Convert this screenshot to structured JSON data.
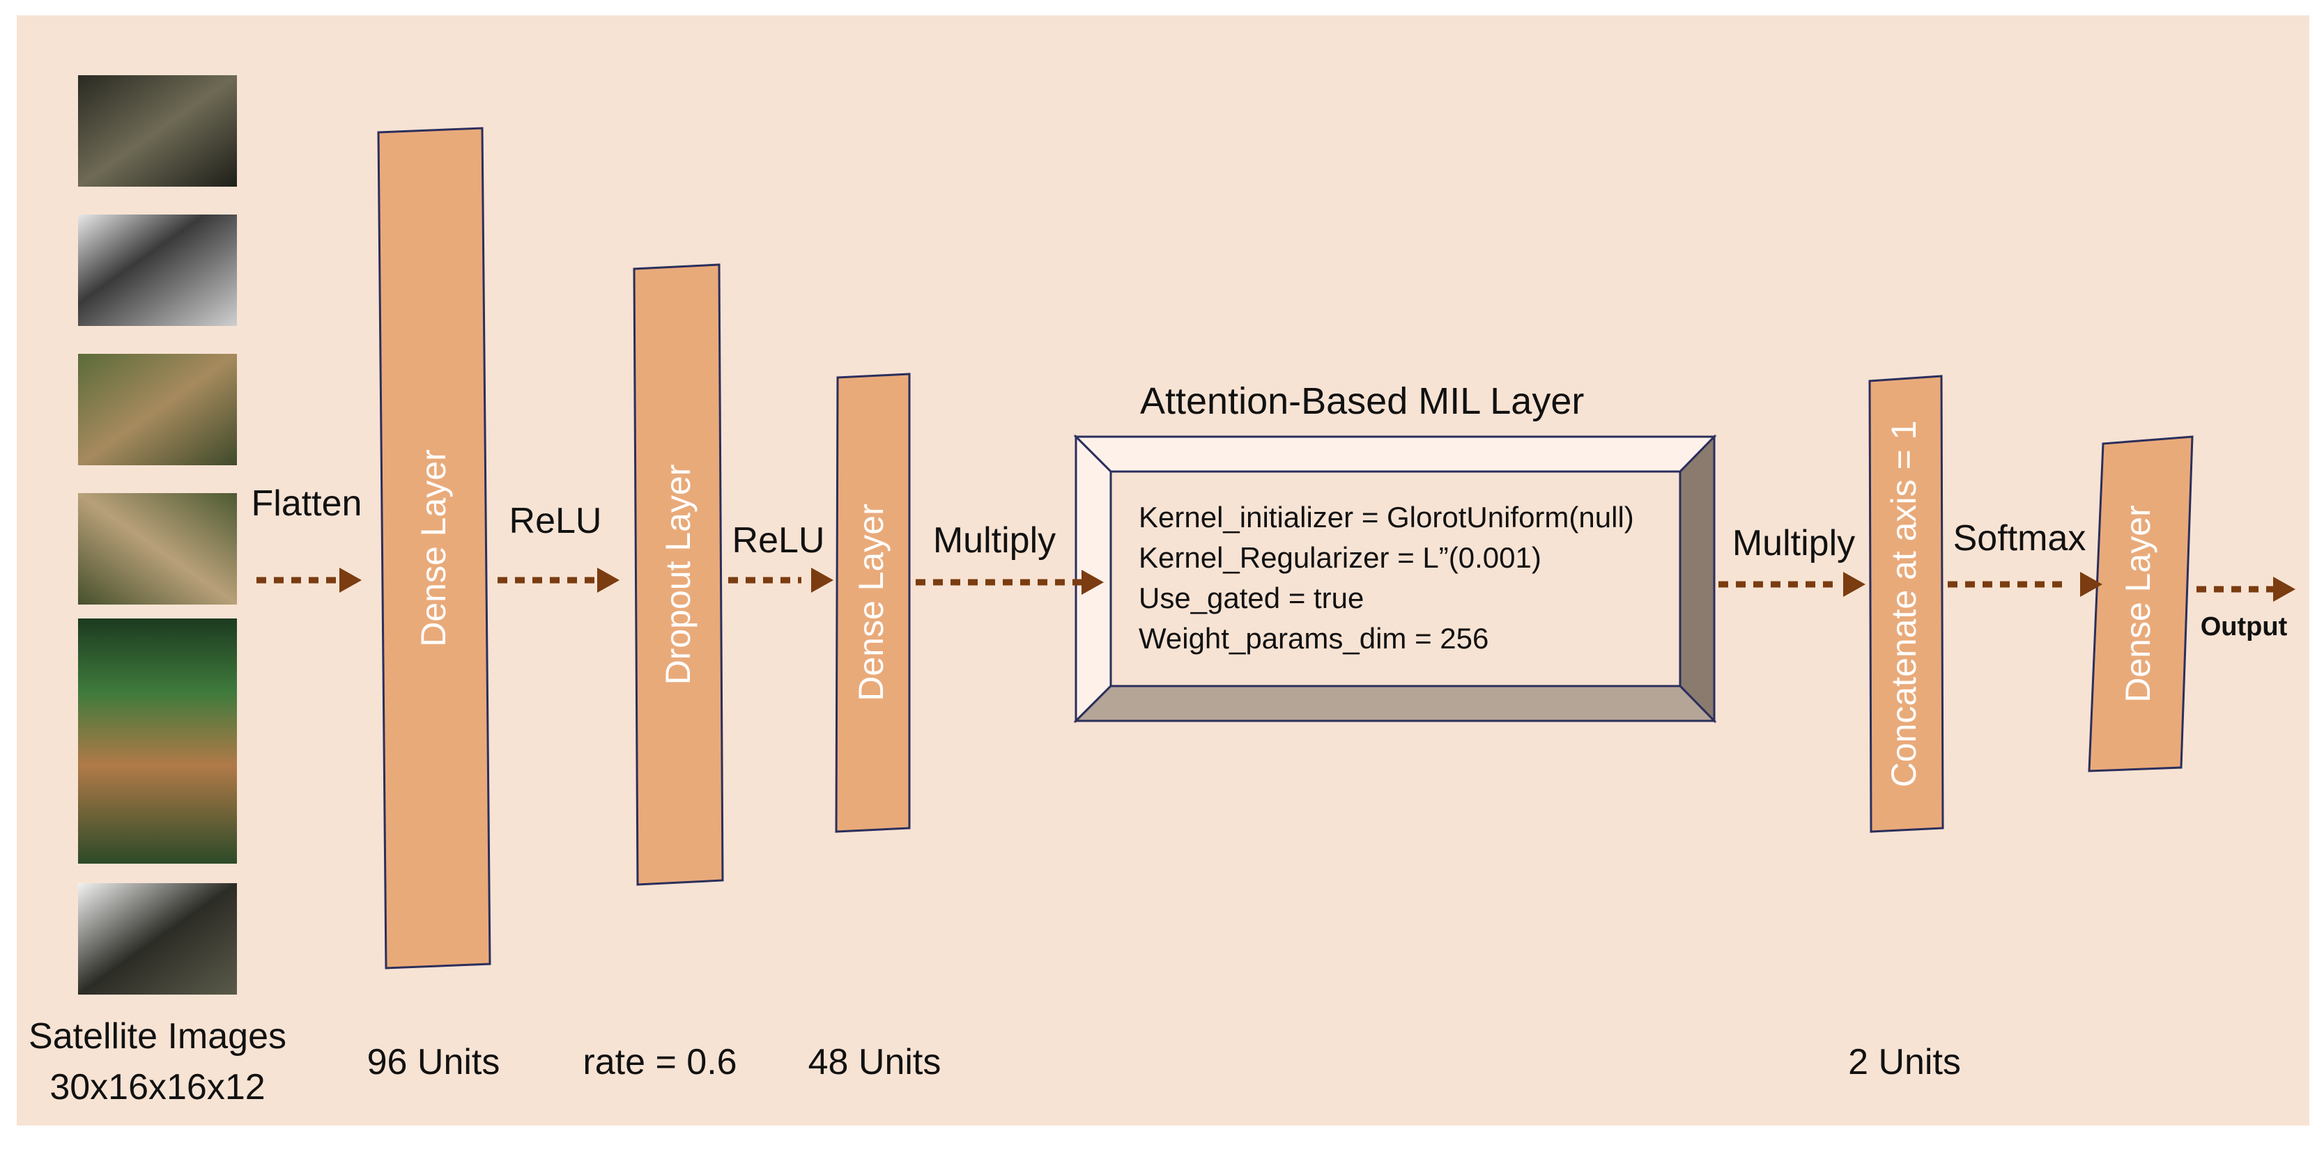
{
  "colors": {
    "background": "#f7e3d4",
    "layer_fill": "#e9aa7a",
    "layer_stroke": "#2b2f5c",
    "arrow": "#7a3c10",
    "text": "#111111",
    "layer_text": "#ffffff"
  },
  "input": {
    "label_line1": "Satellite Images",
    "label_line2": "30x16x16x12",
    "tiles": [
      "satellite-tile-1",
      "satellite-tile-2",
      "satellite-tile-3",
      "satellite-tile-4",
      "satellite-tile-5",
      "satellite-tile-6"
    ]
  },
  "transitions": {
    "flatten": "Flatten",
    "relu_1": "ReLU",
    "relu_2": "ReLU",
    "multiply_1": "Multiply",
    "multiply_2": "Multiply",
    "softmax": "Softmax",
    "output": "Output"
  },
  "layers": {
    "dense_1": {
      "label": "Dense Layer",
      "units": "96 Units"
    },
    "dropout": {
      "label": "Dropout Layer",
      "units": "rate = 0.6"
    },
    "dense_2": {
      "label": "Dense Layer",
      "units": "48 Units"
    },
    "concat": {
      "label": "Concatenate at axis = 1",
      "units": "2 Units"
    },
    "dense_3": {
      "label": "Dense Layer"
    }
  },
  "attention": {
    "title": "Attention-Based MIL Layer",
    "params": [
      "Kernel_initializer = GlorotUniform(null)",
      "Kernel_Regularizer = L”(0.001)",
      "Use_gated = true",
      "Weight_params_dim = 256"
    ]
  }
}
